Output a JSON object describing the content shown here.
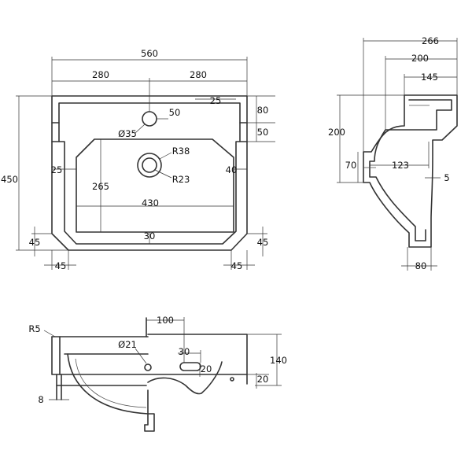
{
  "plan_view": {
    "overall_width": "560",
    "half_width_left": "280",
    "half_width_right": "280",
    "tap_hole_offset": "25",
    "top_rim": "80",
    "tap_hole_depth": "50",
    "side_step": "50",
    "tap_hole_diameter": "Ø35",
    "waste_outer_radius": "R38",
    "waste_inner_radius": "R23",
    "overall_depth": "450",
    "bowl_left_margin": "25",
    "bowl_right_margin": "40",
    "bowl_depth": "265",
    "bowl_width": "430",
    "front_margin": "30",
    "corner_left_vertical": "45",
    "corner_right_vertical": "45",
    "corner_left_horizontal": "45",
    "corner_right_horizontal": "45"
  },
  "side_view": {
    "overall_depth": "266",
    "inner_depth": "200",
    "rim_depth": "145",
    "height": "200",
    "overflow_height": "70",
    "waste_offset": "123",
    "rim_thickness": "5",
    "base_width": "80"
  },
  "section_view": {
    "corner_radius": "R5",
    "top_offset": "100",
    "overflow_diameter": "Ø21",
    "overflow_slot_width": "30",
    "overflow_slot_height": "20",
    "height": "140",
    "base_thickness": "20",
    "edge_thickness": "8"
  }
}
